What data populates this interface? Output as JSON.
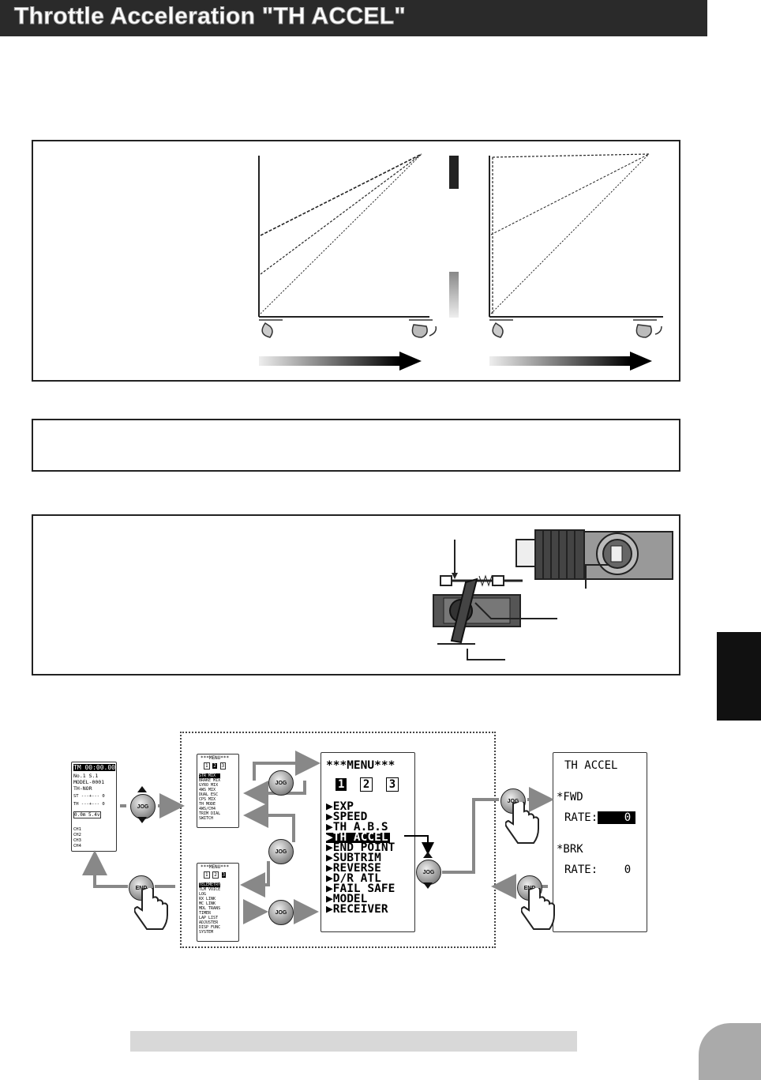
{
  "header": {
    "title": "Throttle Acceleration  \"TH ACCEL\""
  },
  "flow": {
    "knob_jog": "JOG",
    "knob_end": "END",
    "home_screen": {
      "line1": "TM 00:00.00",
      "line2": "No.1  S.1",
      "line3": "MODEL-0001",
      "line4": "TH-NOR",
      "line5": "ST ---+--- 0",
      "line6": "TH ---+--- 0",
      "line7": "0.0m  5.4v",
      "ch_labels": [
        "CH1",
        "CH2",
        "CH3",
        "CH4"
      ]
    },
    "menu2_small": {
      "title": "***MENU***",
      "pages": [
        "1",
        "2",
        "3"
      ],
      "items": [
        "STR MIX",
        "BRAKE MIX",
        "GYRO MIX",
        "4WS MIX",
        "DUAL ESC",
        "CPS MIX",
        "TH MODE",
        "4WS/CH4",
        "TRIM DIAL",
        "SWITCH"
      ]
    },
    "menu3_small": {
      "title": "***MENU***",
      "pages": [
        "1",
        "2",
        "3"
      ],
      "items": [
        "TELEMETRY",
        "TLM VOICE",
        "LOG",
        "RX LINK",
        "MC LINK",
        "MDL TRANS",
        "TIMER",
        "LAP LIST",
        "ADJUSTER",
        "DISP FUNC",
        "SYSTEM"
      ]
    },
    "main_menu": {
      "title": "***MENU***",
      "pages": [
        "1",
        "2",
        "3"
      ],
      "items": [
        "EXP",
        "SPEED",
        "TH A.B.S",
        "TH ACCEL",
        "END POINT",
        "SUBTRIM",
        "REVERSE",
        "D/R ATL",
        "FAIL SAFE",
        "MODEL",
        "RECEIVER"
      ],
      "selected_index": 3
    },
    "th_accel_screen": {
      "title": "TH ACCEL",
      "fwd_label": "*FWD",
      "fwd_rate_label": "RATE:",
      "fwd_rate_value": "0",
      "brk_label": "*BRK",
      "brk_rate_label": "RATE:",
      "brk_rate_value": "0"
    }
  },
  "colors": {
    "title_bar": "#2a2a2a",
    "side_tab": "#111111",
    "arrow_gray": "#888888"
  }
}
